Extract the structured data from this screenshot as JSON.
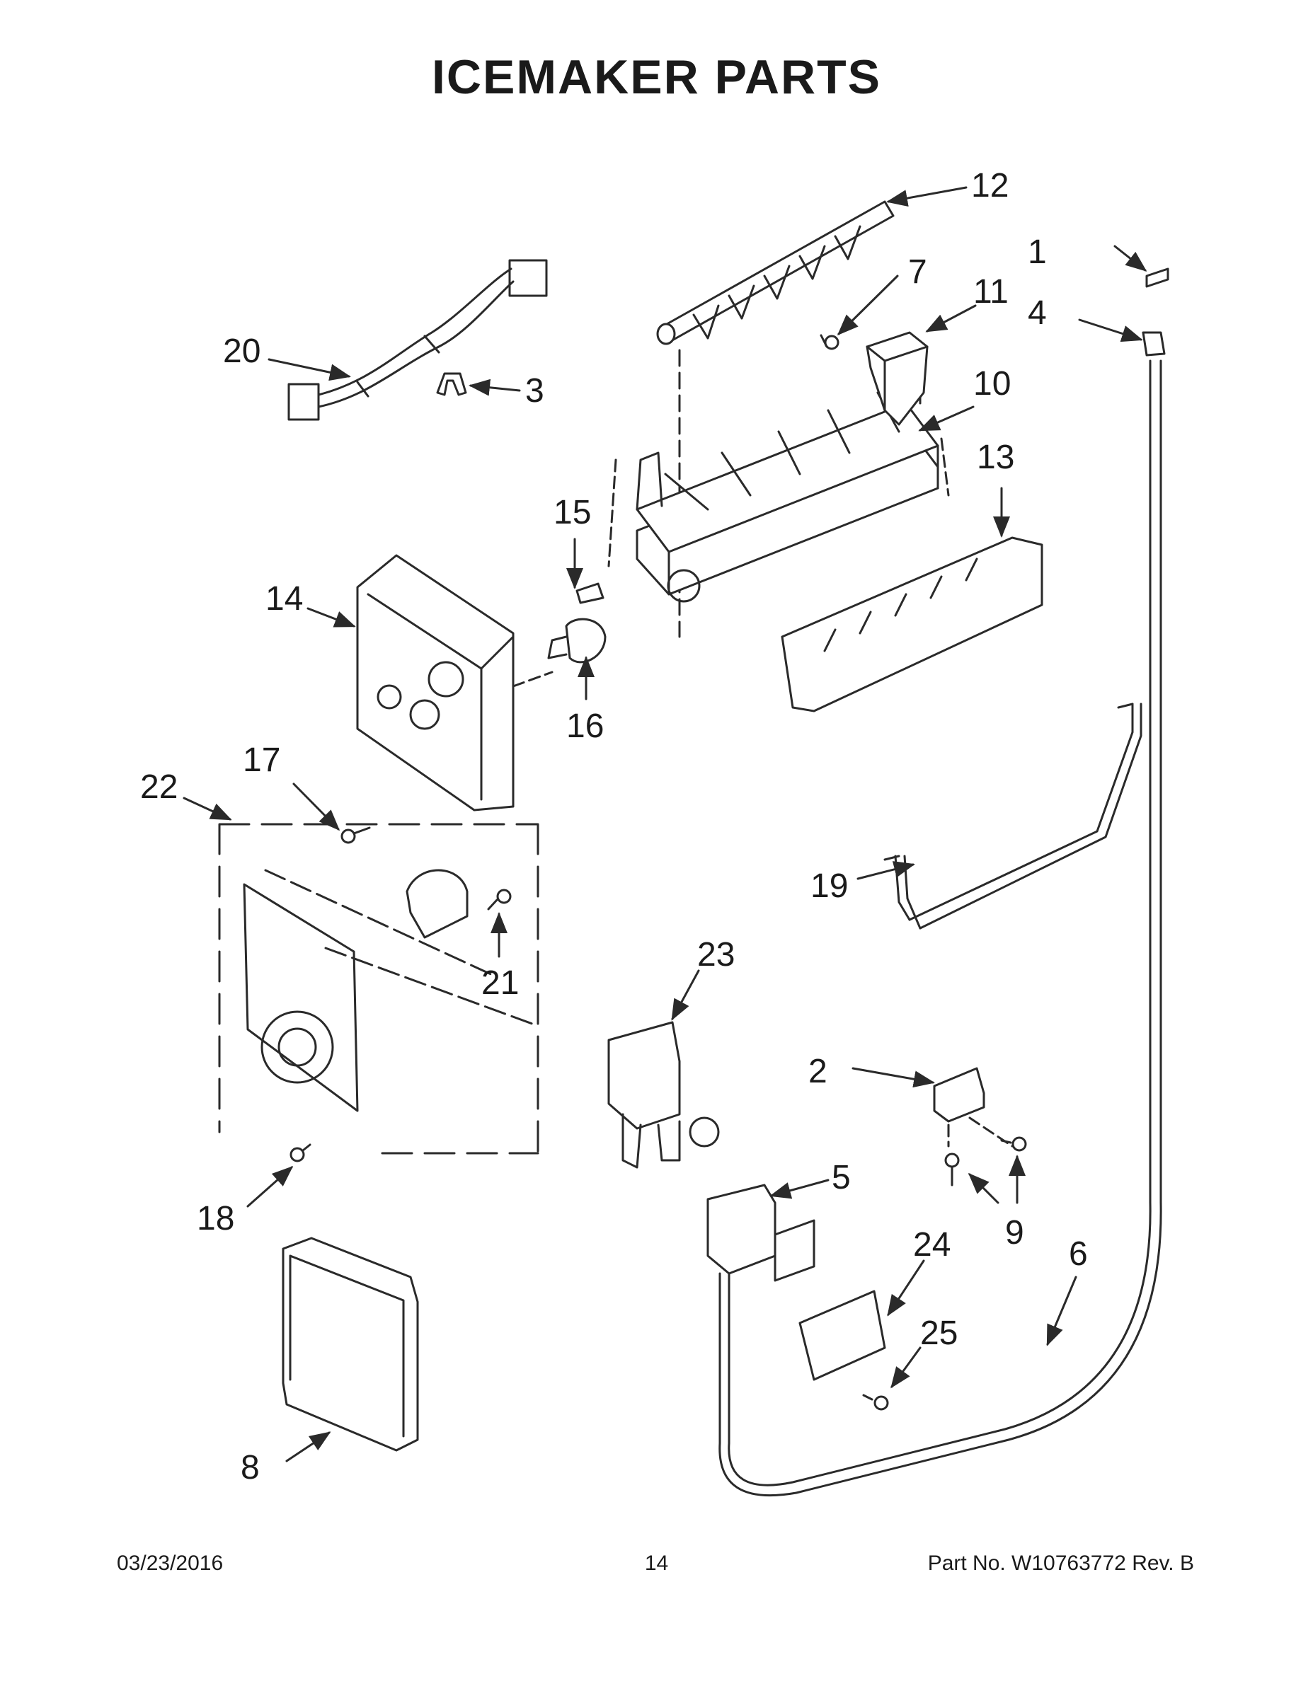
{
  "title": "ICEMAKER PARTS",
  "callouts": [
    "1",
    "2",
    "3",
    "4",
    "5",
    "6",
    "7",
    "8",
    "9",
    "10",
    "11",
    "12",
    "13",
    "14",
    "15",
    "16",
    "17",
    "18",
    "19",
    "20",
    "21",
    "22",
    "23",
    "24",
    "25"
  ],
  "footer": {
    "date": "03/23/2016",
    "page": "14",
    "part_number": "Part No.  W10763772  Rev.  B"
  }
}
